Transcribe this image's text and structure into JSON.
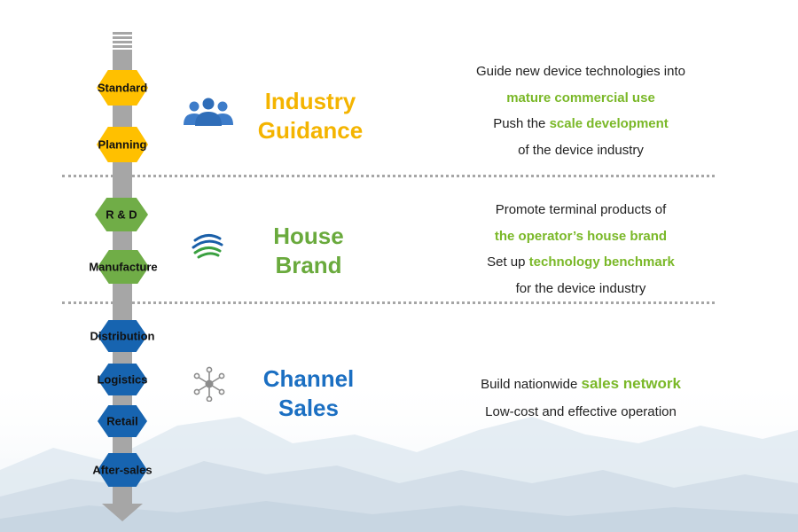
{
  "steps": {
    "standard": "Standard",
    "planning": "Planning",
    "rd": "R & D",
    "manufacture": "Manufacture",
    "distribution": "Distribution",
    "logistics": "Logistics",
    "retail": "Retail",
    "aftersales": "After-sales"
  },
  "sections": {
    "industry": {
      "title1": "Industry",
      "title2": "Guidance",
      "icon": "users-icon",
      "line1": "Guide new device technologies into",
      "line2_hl": "mature commercial  use",
      "line3_pre": "Push the ",
      "line3_hl": "scale development",
      "line4": "of the device industry"
    },
    "house": {
      "title1": "House",
      "title2": "Brand",
      "icon": "china-mobile-logo-icon",
      "line1": "Promote terminal products of",
      "line2_hl": "the operator’s house brand",
      "line3_pre": "Set up ",
      "line3_hl": "technology  benchmark",
      "line4": "for the device industry"
    },
    "channel": {
      "title1": "Channel",
      "title2": "Sales",
      "icon": "network-hub-icon",
      "line1_pre": "Build nationwide ",
      "line1_hl": "sales network",
      "line2": "Low-cost and effective operation"
    }
  },
  "colors": {
    "yellow": "#ffc000",
    "green": "#70ad47",
    "blue": "#1764b0",
    "highlight": "#7ab828",
    "arrow": "#a6a6a6"
  }
}
